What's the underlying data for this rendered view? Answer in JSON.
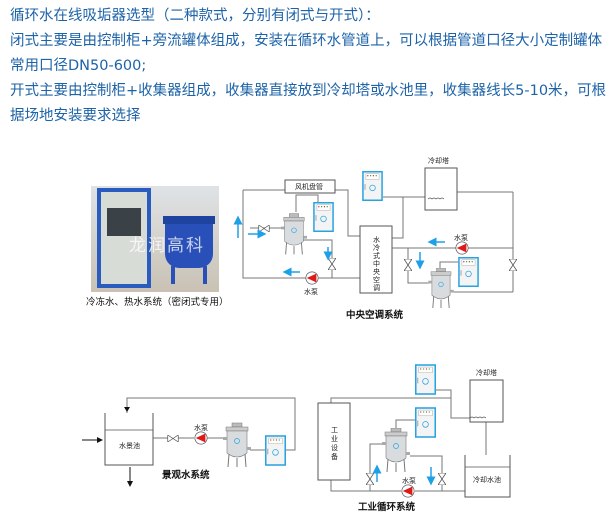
{
  "intro": {
    "title": "循环水在线吸垢器选型（二种款式，分别有闭式与开式）：",
    "closed_line1": "闭式主要是由控制柜+旁流罐体组成，安装在循环水管道上，可以根据管道口径大小定制罐体",
    "closed_line2": "常用口径DN50-600;",
    "open_line1": "开式主要由控制柜+收集器组成，收集器直接放到冷却塔或水池里，收集器线长5-10米，可根",
    "open_line2": "据场地安装要求选择"
  },
  "photo": {
    "caption": "冷冻水、热水系统（密闭式专用）",
    "watermark": "龙润高科"
  },
  "central_ac": {
    "fan_coil": "风机盘管",
    "unit": [
      "水",
      "冷",
      "式",
      "中",
      "央",
      "空",
      "调"
    ],
    "cooling_tower": "冷却塔",
    "pump_left": "水泵",
    "pump_right": "水泵",
    "caption": "中央空调系统"
  },
  "landscape": {
    "pool": "水景池",
    "pump": "水泵",
    "caption": "景观水系统"
  },
  "industrial": {
    "equipment": [
      "工",
      "业",
      "设",
      "备"
    ],
    "cooling_tower": "冷却塔",
    "pool": "冷却水池",
    "pump": "水泵",
    "caption": "工业循环系统"
  },
  "colors": {
    "text": "#1d63a8",
    "arrow": "#1ea0e8",
    "pump": "#e01818",
    "cabinet": "#29a3e0"
  }
}
